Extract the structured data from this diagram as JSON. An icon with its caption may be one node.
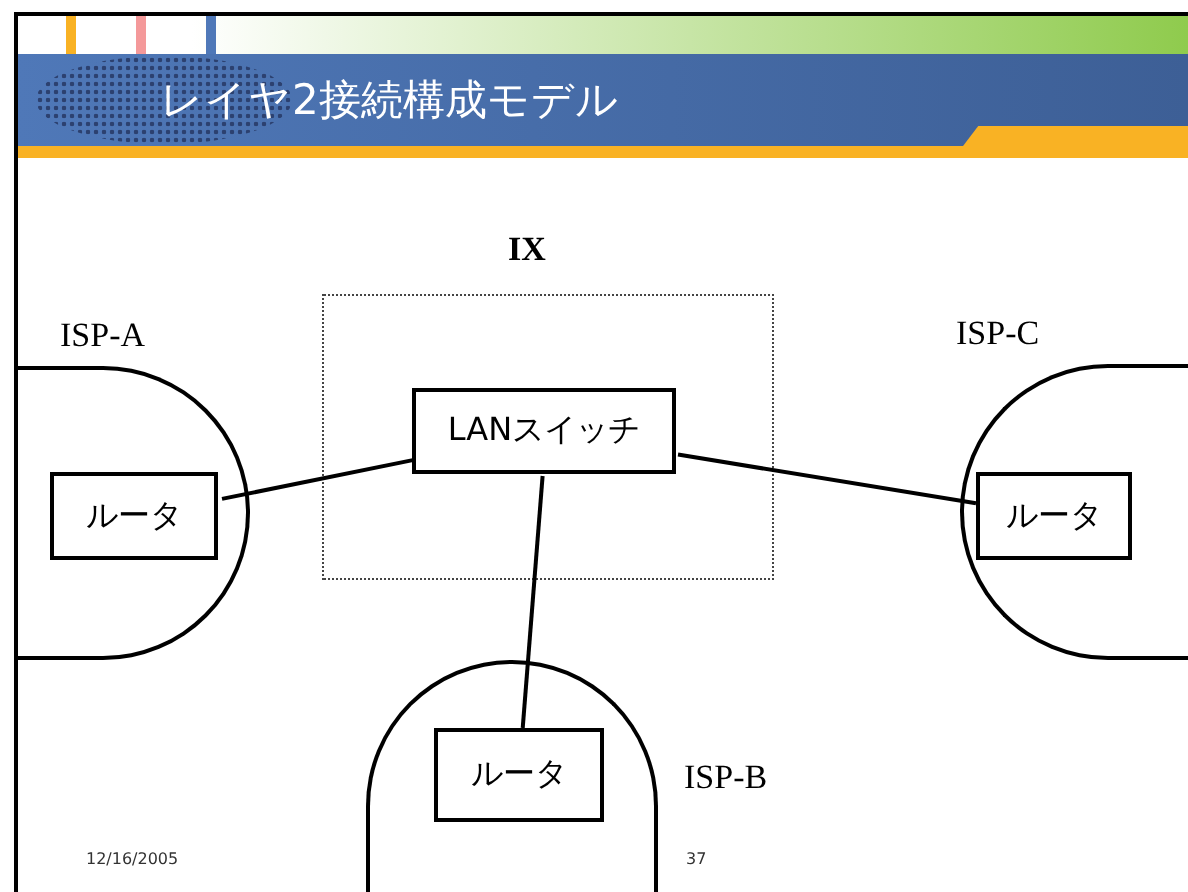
{
  "diagram": {
    "title": "レイヤ2接続構成モデル",
    "nodes": [
      {
        "text": [
          "IX"
        ]
      },
      {
        "text": [
          "LANスイッチ"
        ],
        "in": 0
      },
      {
        "text": [
          "ISP-A"
        ]
      },
      {
        "text": [
          "ルータ"
        ],
        "in": 2
      },
      {
        "text": [
          "ISP-C"
        ]
      },
      {
        "text": [
          "ルータ"
        ],
        "in": 4
      },
      {
        "text": [
          "ISP-B"
        ]
      },
      {
        "text": [
          "ルータ"
        ],
        "in": 6
      }
    ],
    "edges": [
      {
        "from": 3,
        "to": 1,
        "arrow": "none"
      },
      {
        "from": 1,
        "to": 5,
        "arrow": "none"
      },
      {
        "from": 1,
        "to": 7,
        "arrow": "none"
      }
    ],
    "labels": [
      "12/16/2005",
      "37"
    ]
  }
}
